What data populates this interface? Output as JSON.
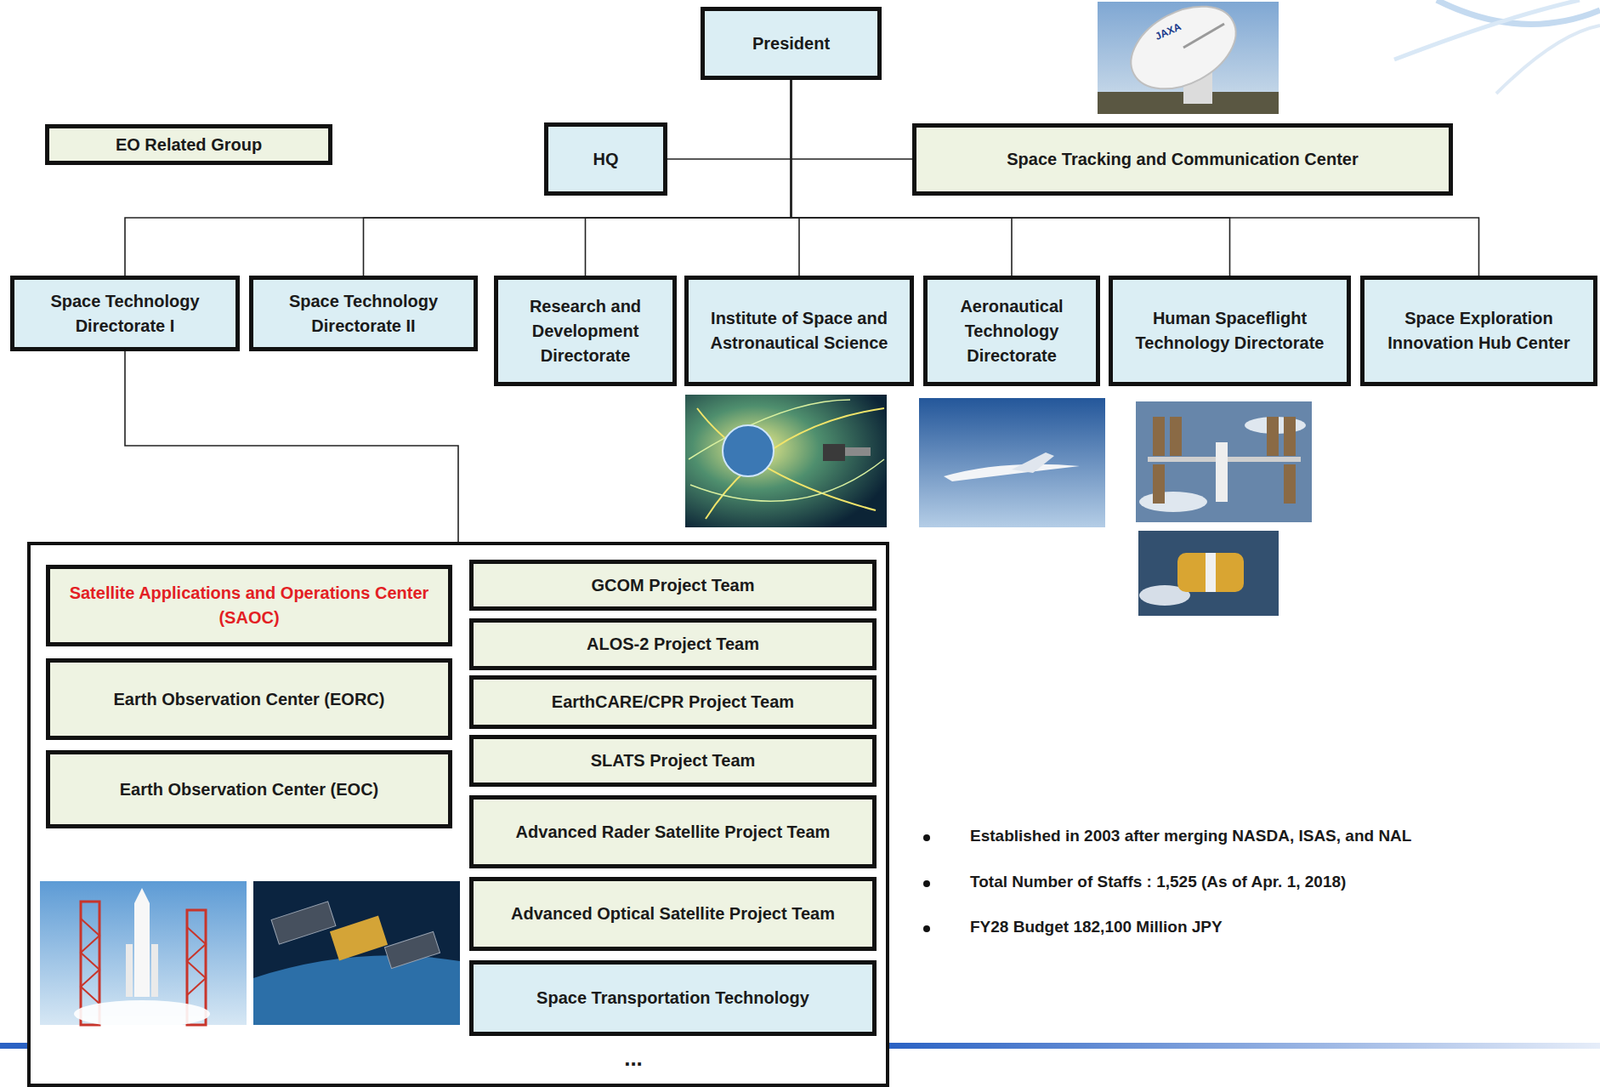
{
  "diagram": {
    "nodes": [
      {
        "text": [
          "President"
        ]
      },
      {
        "text": [
          "HQ"
        ]
      },
      {
        "text": [
          "Space Tracking and Communication Center"
        ]
      },
      {
        "text": [
          "Space Technology Directorate I"
        ]
      },
      {
        "text": [
          "Space Technology Directorate II"
        ]
      },
      {
        "text": [
          "Research and Development Directorate"
        ]
      },
      {
        "text": [
          "Institute of Space and Astronautical Science"
        ]
      },
      {
        "text": [
          "Aeronautical Technology Directorate"
        ]
      },
      {
        "text": [
          "Human Spaceflight Technology Directorate"
        ]
      },
      {
        "text": [
          "Space Exploration Innovation Hub Center"
        ]
      },
      {
        "text": [
          "..."
        ]
      },
      {
        "text": [
          "Satellite Applications and Operations Center (SAOC)"
        ],
        "in": 10
      },
      {
        "text": [
          "Earth Observation Center (EORC)"
        ],
        "in": 10
      },
      {
        "text": [
          "Earth Observation Center (EOC)"
        ],
        "in": 10
      },
      {
        "text": [
          "GCOM Project Team"
        ],
        "in": 10
      },
      {
        "text": [
          "ALOS-2 Project Team"
        ],
        "in": 10
      },
      {
        "text": [
          "EarthCARE/CPR Project Team"
        ],
        "in": 10
      },
      {
        "text": [
          "SLATS Project Team"
        ],
        "in": 10
      },
      {
        "text": [
          "Advanced Rader Satellite Project Team"
        ],
        "in": 10
      },
      {
        "text": [
          "Advanced Optical Satellite Project Team"
        ],
        "in": 10
      },
      {
        "text": [
          "Space Transportation Technology"
        ],
        "in": 10
      }
    ],
    "edges": [
      {
        "from": 0,
        "to": 1,
        "arrow": "none"
      },
      {
        "from": 0,
        "to": 2,
        "arrow": "none"
      },
      {
        "from": 0,
        "to": 3,
        "arrow": "none"
      },
      {
        "from": 0,
        "to": 4,
        "arrow": "none"
      },
      {
        "from": 0,
        "to": 5,
        "arrow": "none"
      },
      {
        "from": 0,
        "to": 6,
        "arrow": "none"
      },
      {
        "from": 0,
        "to": 7,
        "arrow": "none"
      },
      {
        "from": 0,
        "to": 8,
        "arrow": "none"
      },
      {
        "from": 0,
        "to": 9,
        "arrow": "none"
      },
      {
        "from": 3,
        "to": 10,
        "arrow": "none"
      }
    ],
    "labels": [
      "JAXA",
      "Established in 2003 after merging NASDA, ISAS, and NAL",
      "Total Number of Staffs : 1,525 (As of Apr. 1, 2018)",
      "FY28 Budget 182,100 Million JPY"
    ],
    "legend": [
      {
        "text": "EO Related Group",
        "color": "#eef3e2"
      }
    ]
  }
}
